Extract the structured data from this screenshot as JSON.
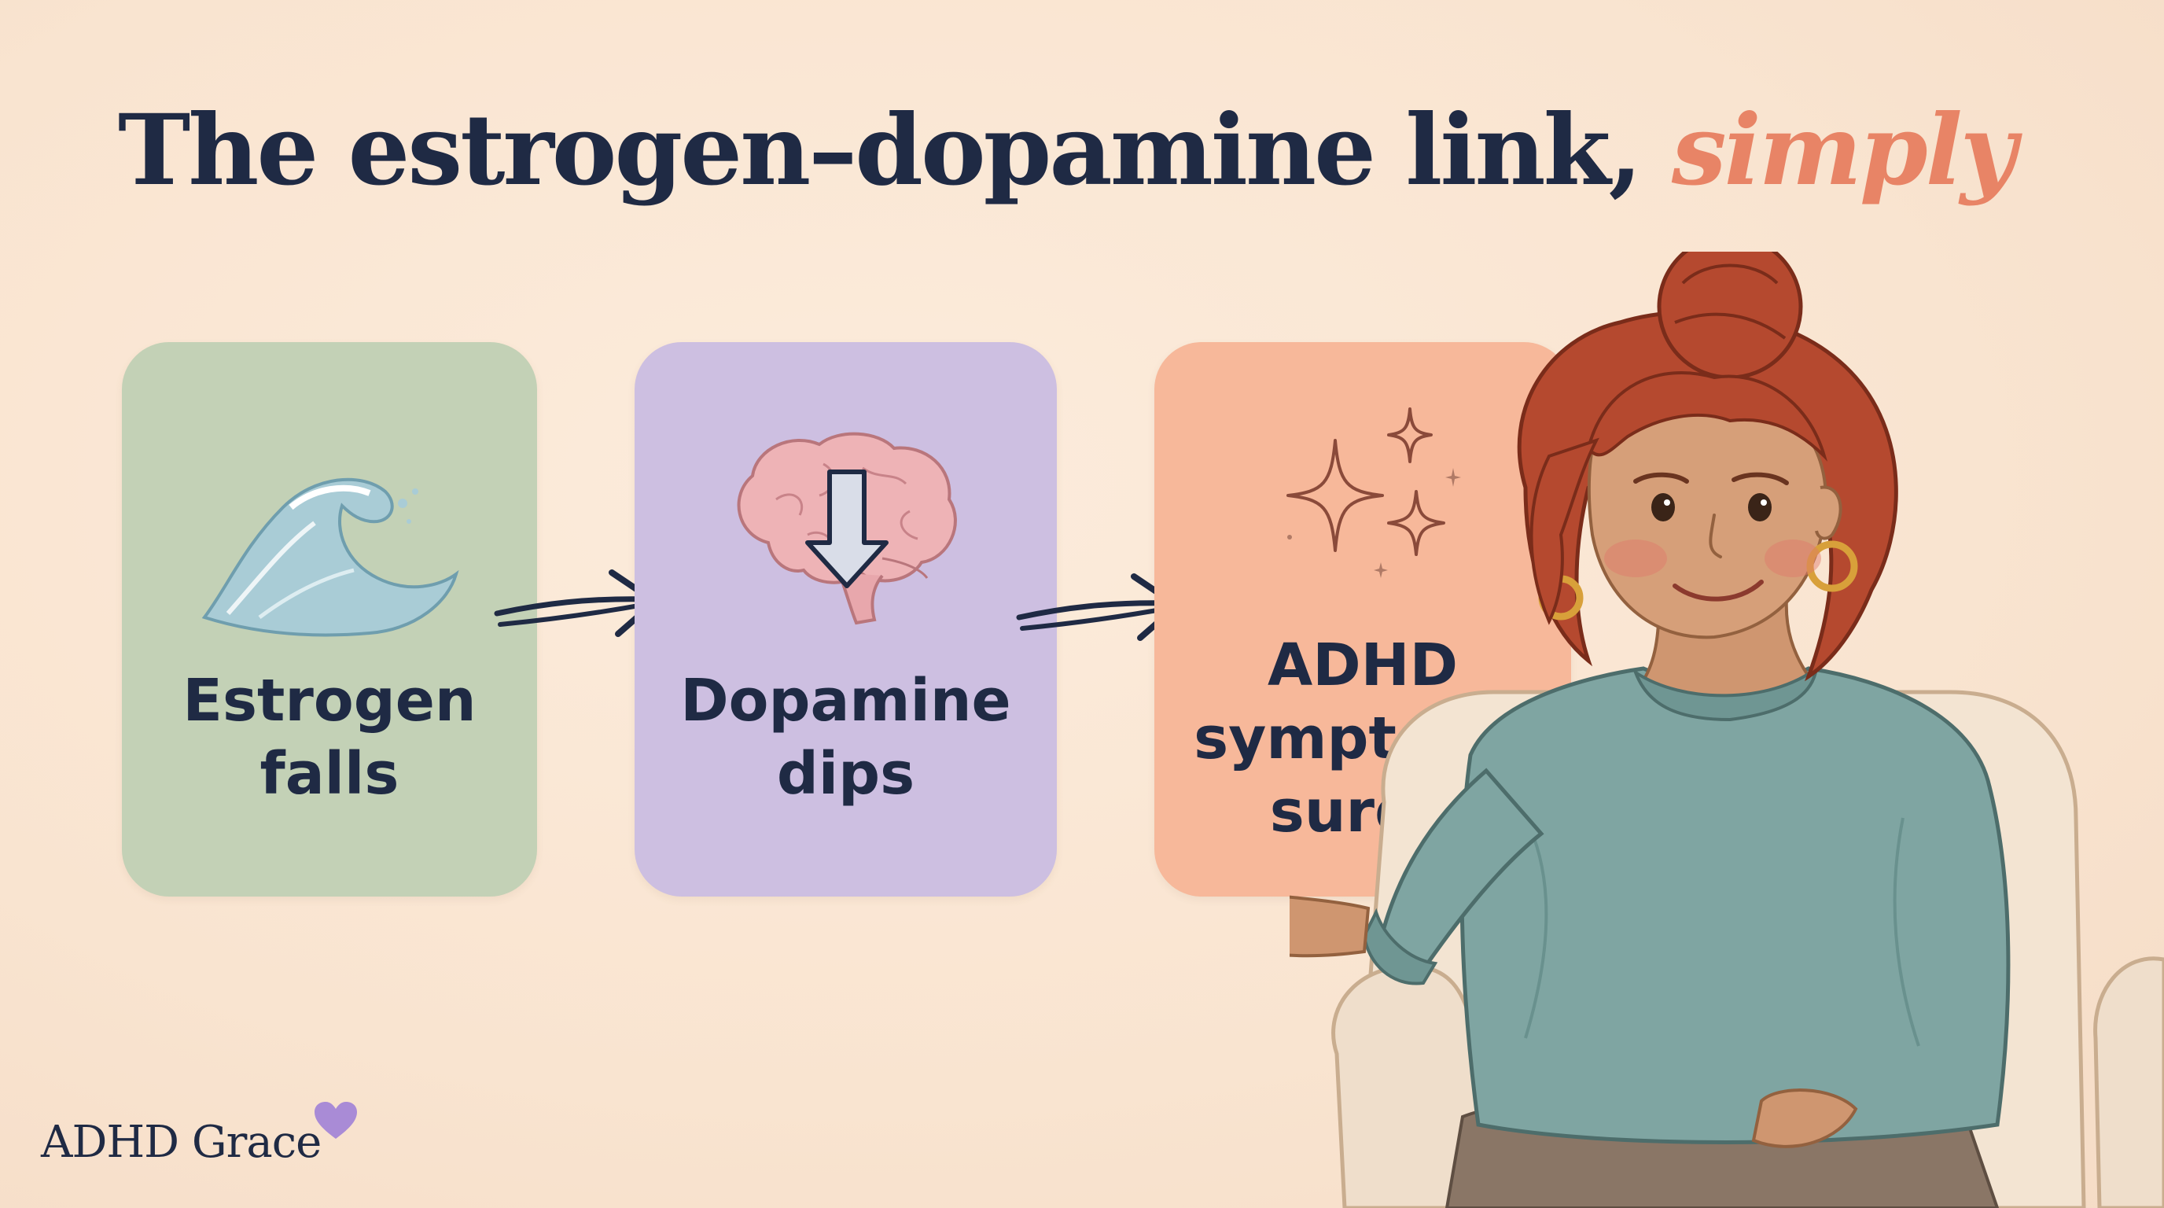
{
  "title": {
    "main": "The estrogen–dopamine link,",
    "accent": "simply"
  },
  "steps": [
    {
      "label": "Estrogen\nfalls",
      "icon": "wave-icon",
      "color": "#c3d1b6"
    },
    {
      "label": "Dopamine\ndips",
      "icon": "brain-down-arrow-icon",
      "color": "#cdbfe1"
    },
    {
      "label": "ADHD\nsymptoms\nsurge",
      "icon": "sparkles-icon",
      "color": "#f7b89a"
    }
  ],
  "brand": {
    "name": "ADHD Grace",
    "icon": "heart-icon"
  },
  "colors": {
    "text": "#1f2a44",
    "accent": "#e88466",
    "background": "#fae6d3"
  }
}
